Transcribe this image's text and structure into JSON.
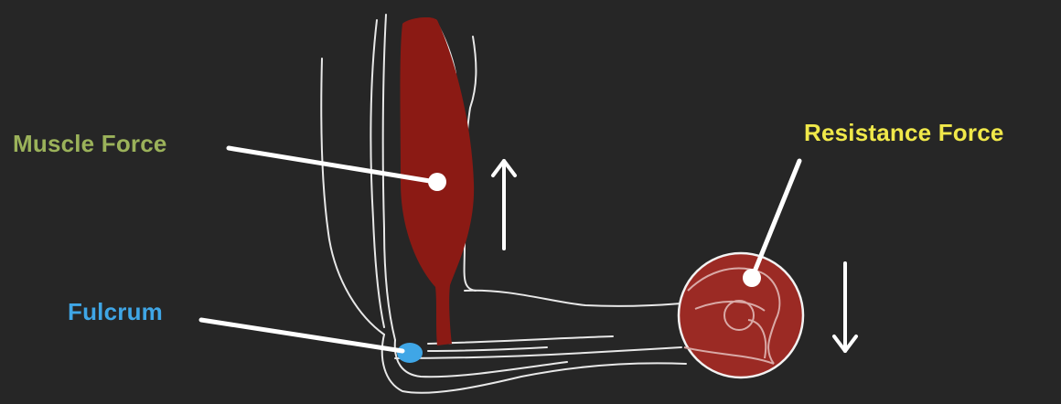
{
  "labels": {
    "muscle_force": "Muscle Force",
    "fulcrum": "Fulcrum",
    "resistance_force": "Resistance Force"
  },
  "colors": {
    "background": "#262626",
    "muscle": "#8b1a14",
    "weight": "#9b2a24",
    "fulcrum": "#3fa6e6",
    "muscle_label": "#9bb25a",
    "fulcrum_label": "#3fa6e6",
    "resistance_label": "#f0e84a",
    "outline": "#e8e8e8"
  },
  "icons": {
    "up_arrow": "arrow-up-icon",
    "down_arrow": "arrow-down-icon"
  }
}
